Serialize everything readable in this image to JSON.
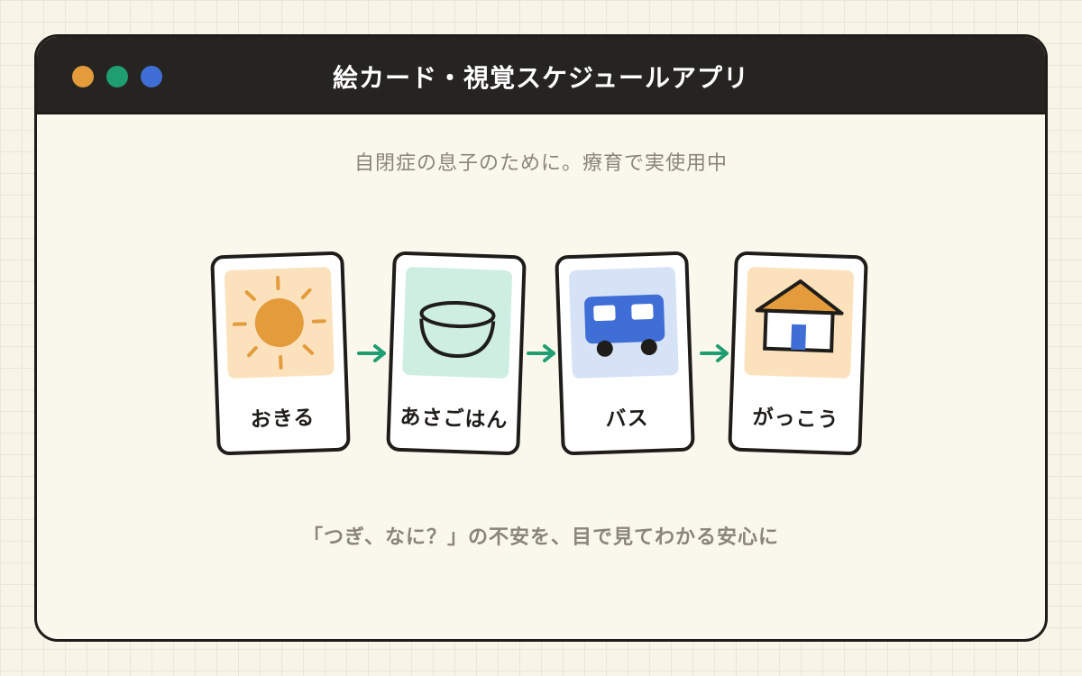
{
  "window": {
    "title": "絵カード・視覚スケジュールアプリ",
    "dots": [
      {
        "name": "window-dot-orange",
        "color": "#e39b3c"
      },
      {
        "name": "window-dot-green",
        "color": "#1f9e72"
      },
      {
        "name": "window-dot-blue",
        "color": "#3f6fd6"
      }
    ]
  },
  "subtitle": "自閉症の息子のために。療育で実使用中",
  "cards": [
    {
      "label": "おきる",
      "icon": "sun-icon",
      "bg": "#fbe2bc"
    },
    {
      "label": "あさごはん",
      "icon": "rice-bowl-icon",
      "bg": "#cdeee0"
    },
    {
      "label": "バス",
      "icon": "bus-icon",
      "bg": "#d6e2f6"
    },
    {
      "label": "がっこう",
      "icon": "house-icon",
      "bg": "#fbe2bc"
    }
  ],
  "arrow_color": "#1f9e72",
  "caption": "「つぎ、なに？」の不安を、目で見てわかる安心に"
}
